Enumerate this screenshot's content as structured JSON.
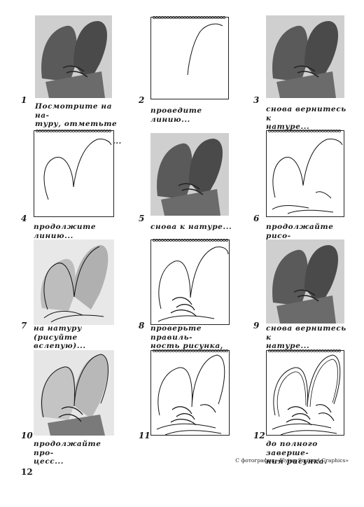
{
  "steps": [
    {
      "number": "1",
      "caption": "Посмотрите на на-\nтуру, отметьте про\nсебя очертания...",
      "kind": "photo"
    },
    {
      "number": "2",
      "caption": "проведите линию...",
      "kind": "pad"
    },
    {
      "number": "3",
      "caption": "снова вернитесь к\nнатуре...",
      "kind": "photo"
    },
    {
      "number": "4",
      "caption": "продолжите линию...",
      "kind": "pad"
    },
    {
      "number": "5",
      "caption": "снова к натуре...",
      "kind": "photo"
    },
    {
      "number": "6",
      "caption": "продолжайте рисо-\nвать, глядя",
      "kind": "pad"
    },
    {
      "number": "7",
      "caption": "на натуру (рисуйте\nвслепую)...",
      "kind": "overlay"
    },
    {
      "number": "8",
      "caption": "проверьте правиль-\nность рисунка, уточ-\nните его...",
      "kind": "pad"
    },
    {
      "number": "9",
      "caption": "снова вернитесь к\nнатуре...",
      "kind": "photo"
    },
    {
      "number": "10",
      "caption": "продолжайте про-\nцесс...",
      "kind": "overlay"
    },
    {
      "number": "11",
      "caption": "",
      "kind": "pad"
    },
    {
      "number": "12",
      "caption": "до полного заверше-\nния рисунка.",
      "kind": "pad"
    }
  ],
  "credit": "С фотографии «Flying Squirrel Graphics»",
  "page_number": "12",
  "colors": {
    "photo_bg": "#c9c9c9",
    "ink": "#1a1a1a"
  }
}
